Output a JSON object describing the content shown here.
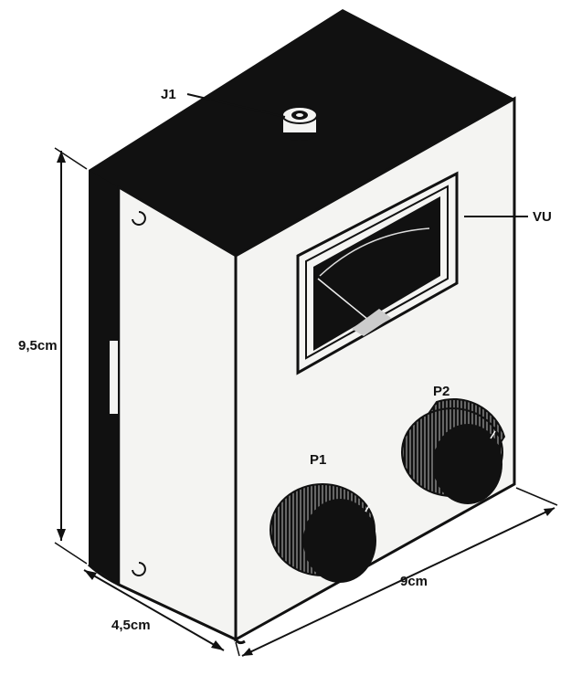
{
  "labels": {
    "jack": "J1",
    "meter": "VU",
    "pot1": "P1",
    "pot2": "P2"
  },
  "dimensions": {
    "height": "9,5cm",
    "depth": "4,5cm",
    "width": "9cm"
  },
  "colors": {
    "ink": "#111111",
    "panel": "#f4f4f2",
    "background": "#ffffff"
  }
}
